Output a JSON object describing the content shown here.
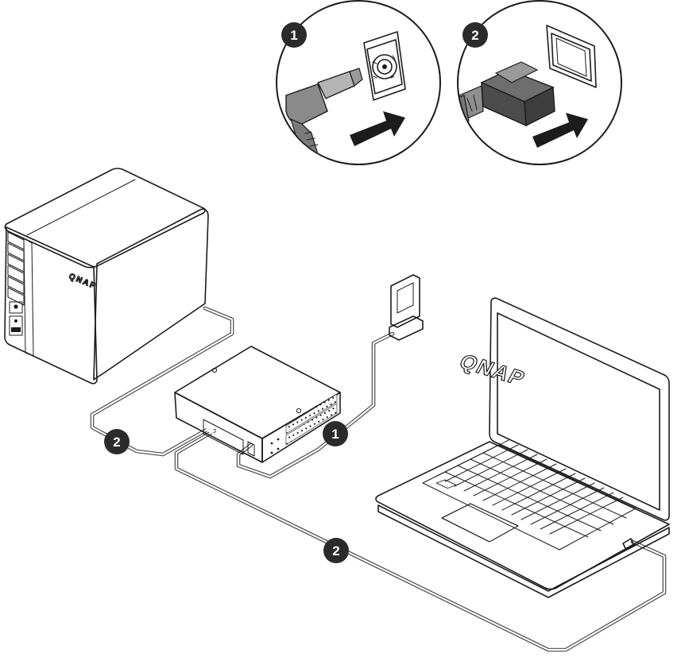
{
  "steps": {
    "power_label": "1",
    "network_label": "2"
  },
  "brand": {
    "nas_logo": "QNAP",
    "laptop_logo": "QNAP"
  },
  "icons": {
    "power": "dc-power-plug-icon",
    "network": "rj45-ethernet-plug-icon",
    "arrow": "insert-arrow-icon"
  },
  "colors": {
    "badge": "#2b2b2b",
    "cable": "#4a4a4a",
    "line": "#1c1c1c"
  }
}
